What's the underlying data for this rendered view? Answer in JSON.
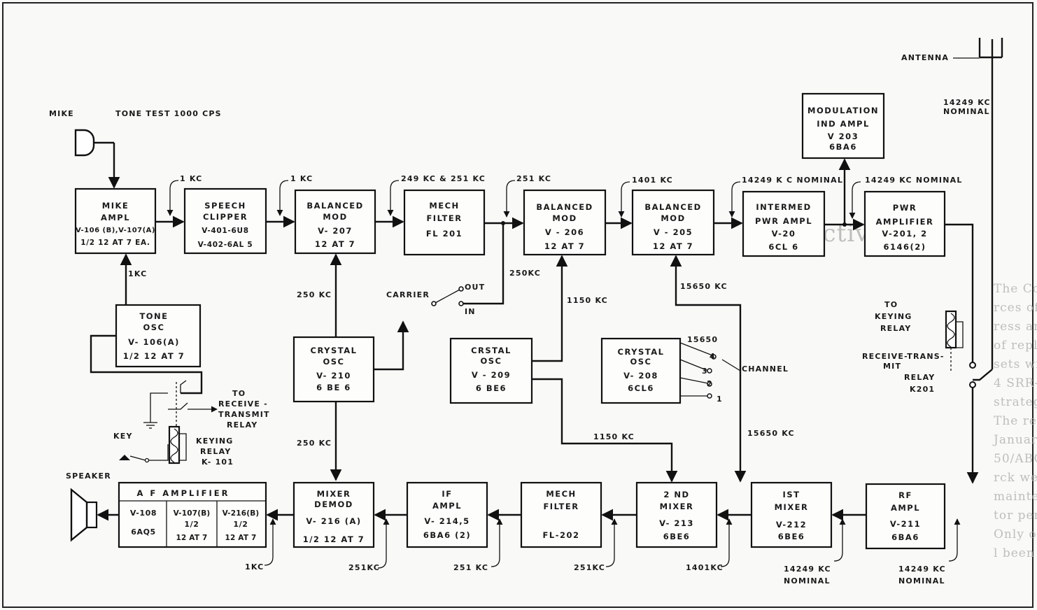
{
  "inputs": {
    "mike": "MIKE",
    "tone_test": "TONE TEST 1000 CPS",
    "speaker": "SPEAKER",
    "antenna": "ANTENNA",
    "key": "KEY"
  },
  "blocks": {
    "mike_ampl": [
      "MIKE",
      "AMPL",
      "V-106 (B),V-107(A)",
      "1/2 12 AT 7 EA."
    ],
    "speech_clipper": [
      "SPEECH",
      "CLIPPER",
      "V-401-6U8",
      "V-402-6AL 5"
    ],
    "bal_mod_207": [
      "BALANCED",
      "MOD",
      "V- 207",
      "12 AT 7"
    ],
    "mech_filter_201": [
      "MECH",
      "FILTER",
      "FL 201"
    ],
    "bal_mod_206": [
      "BALANCED",
      "MOD",
      "V - 206",
      "12 AT 7"
    ],
    "bal_mod_205": [
      "BALANCED",
      "MOD",
      "V - 205",
      "12 AT 7"
    ],
    "intermed_pwr": [
      "INTERMED",
      "PWR AMPL",
      "V-20",
      "6CL 6"
    ],
    "pwr_amplifier": [
      "PWR",
      "AMPLIFIER",
      "V-201, 2",
      "6146(2)"
    ],
    "modulation_ind": [
      "MODULATION",
      "IND AMPL",
      "V 203",
      "6BA6"
    ],
    "tone_osc": [
      "TONE",
      "OSC",
      "V- 106(A)",
      "1/2 12 AT 7"
    ],
    "crystal_osc_210": [
      "CRYSTAL",
      "OSC",
      "V- 210",
      "6 BE 6"
    ],
    "crstal_osc_209": [
      "CRSTAL",
      "OSC",
      "V - 209",
      "6 BE6"
    ],
    "crystal_osc_208": [
      "CRYSTAL",
      "OSC",
      "V- 208",
      "6CL6"
    ],
    "af_amplifier": {
      "title": "A F AMPLIFIER",
      "cells": [
        [
          "V-108",
          "6AQ5"
        ],
        [
          "V-107(B)",
          "1/2",
          "12 AT 7"
        ],
        [
          "V-216(B)",
          "1/2",
          "12 AT 7"
        ]
      ]
    },
    "mixer_demod": [
      "MIXER",
      "DEMOD",
      "V- 216 (A)",
      "1/2 12 AT 7"
    ],
    "if_ampl": [
      "IF",
      "AMPL",
      "V- 214,5",
      "6BA6 (2)"
    ],
    "mech_filter_202": [
      "MECH",
      "FILTER",
      "FL-202"
    ],
    "second_mixer": [
      "2 ND",
      "MIXER",
      "V- 213",
      "6BE6"
    ],
    "first_mixer": [
      "IST",
      "MIXER",
      "V-212",
      "6BE6"
    ],
    "rf_ampl": [
      "RF",
      "AMPL",
      "V-211",
      "6BA6"
    ]
  },
  "freq_labels": {
    "kc1_a": "1 KC",
    "kc1_b": "1 KC",
    "kc249_251": "249 KC & 251 KC",
    "kc251_top": "251 KC",
    "kc1401_top": "1401 KC",
    "kc14249_nom_a": "14249 K C NOMINAL",
    "kc14249_nom_b": "14249 KC NOMINAL",
    "kc14249_ant_1": "14249 KC",
    "kc14249_ant_2": "NOMINAL",
    "kc1_tone": "1KC",
    "kc250_a": "250 KC",
    "kc250_b": "250KC",
    "kc250_c": "250 KC",
    "kc1150_a": "1150 KC",
    "kc1150_b": "1150 KC",
    "kc15650_a": "15650 KC",
    "kc15650_b": "15650 KC",
    "kc15650_sw": "15650",
    "kc1_bot": "1KC",
    "kc251_bot_a": "251KC",
    "kc251_bot_b": "251 KC",
    "kc251_bot_c": "251KC",
    "kc1401_bot": "1401KC",
    "kc14249_bot_a1": "14249 KC",
    "kc14249_bot_a2": "NOMINAL",
    "kc14249_bot_b1": "14249 KC",
    "kc14249_bot_b2": "NOMINAL"
  },
  "switches": {
    "carrier": "CARRIER",
    "out": "OUT",
    "in": "IN",
    "channel": "CHANNEL",
    "ch4": "4",
    "ch3": "3",
    "ch2": "2",
    "ch1": "1"
  },
  "relays": {
    "to_rt_1": "TO",
    "to_rt_2": "RECEIVE -",
    "to_rt_3": "TRANSMIT",
    "to_rt_4": "RELAY",
    "keying_1": "KEYING",
    "keying_2": "RELAY",
    "keying_3": "K- 101",
    "to_keying_1": "TO",
    "to_keying_2": "KEYING",
    "to_keying_3": "RELAY",
    "rt_1": "RECEIVE-TRANS-",
    "rt_2": "MIT",
    "rt_3": "RELAY",
    "rt_4": "K201"
  }
}
